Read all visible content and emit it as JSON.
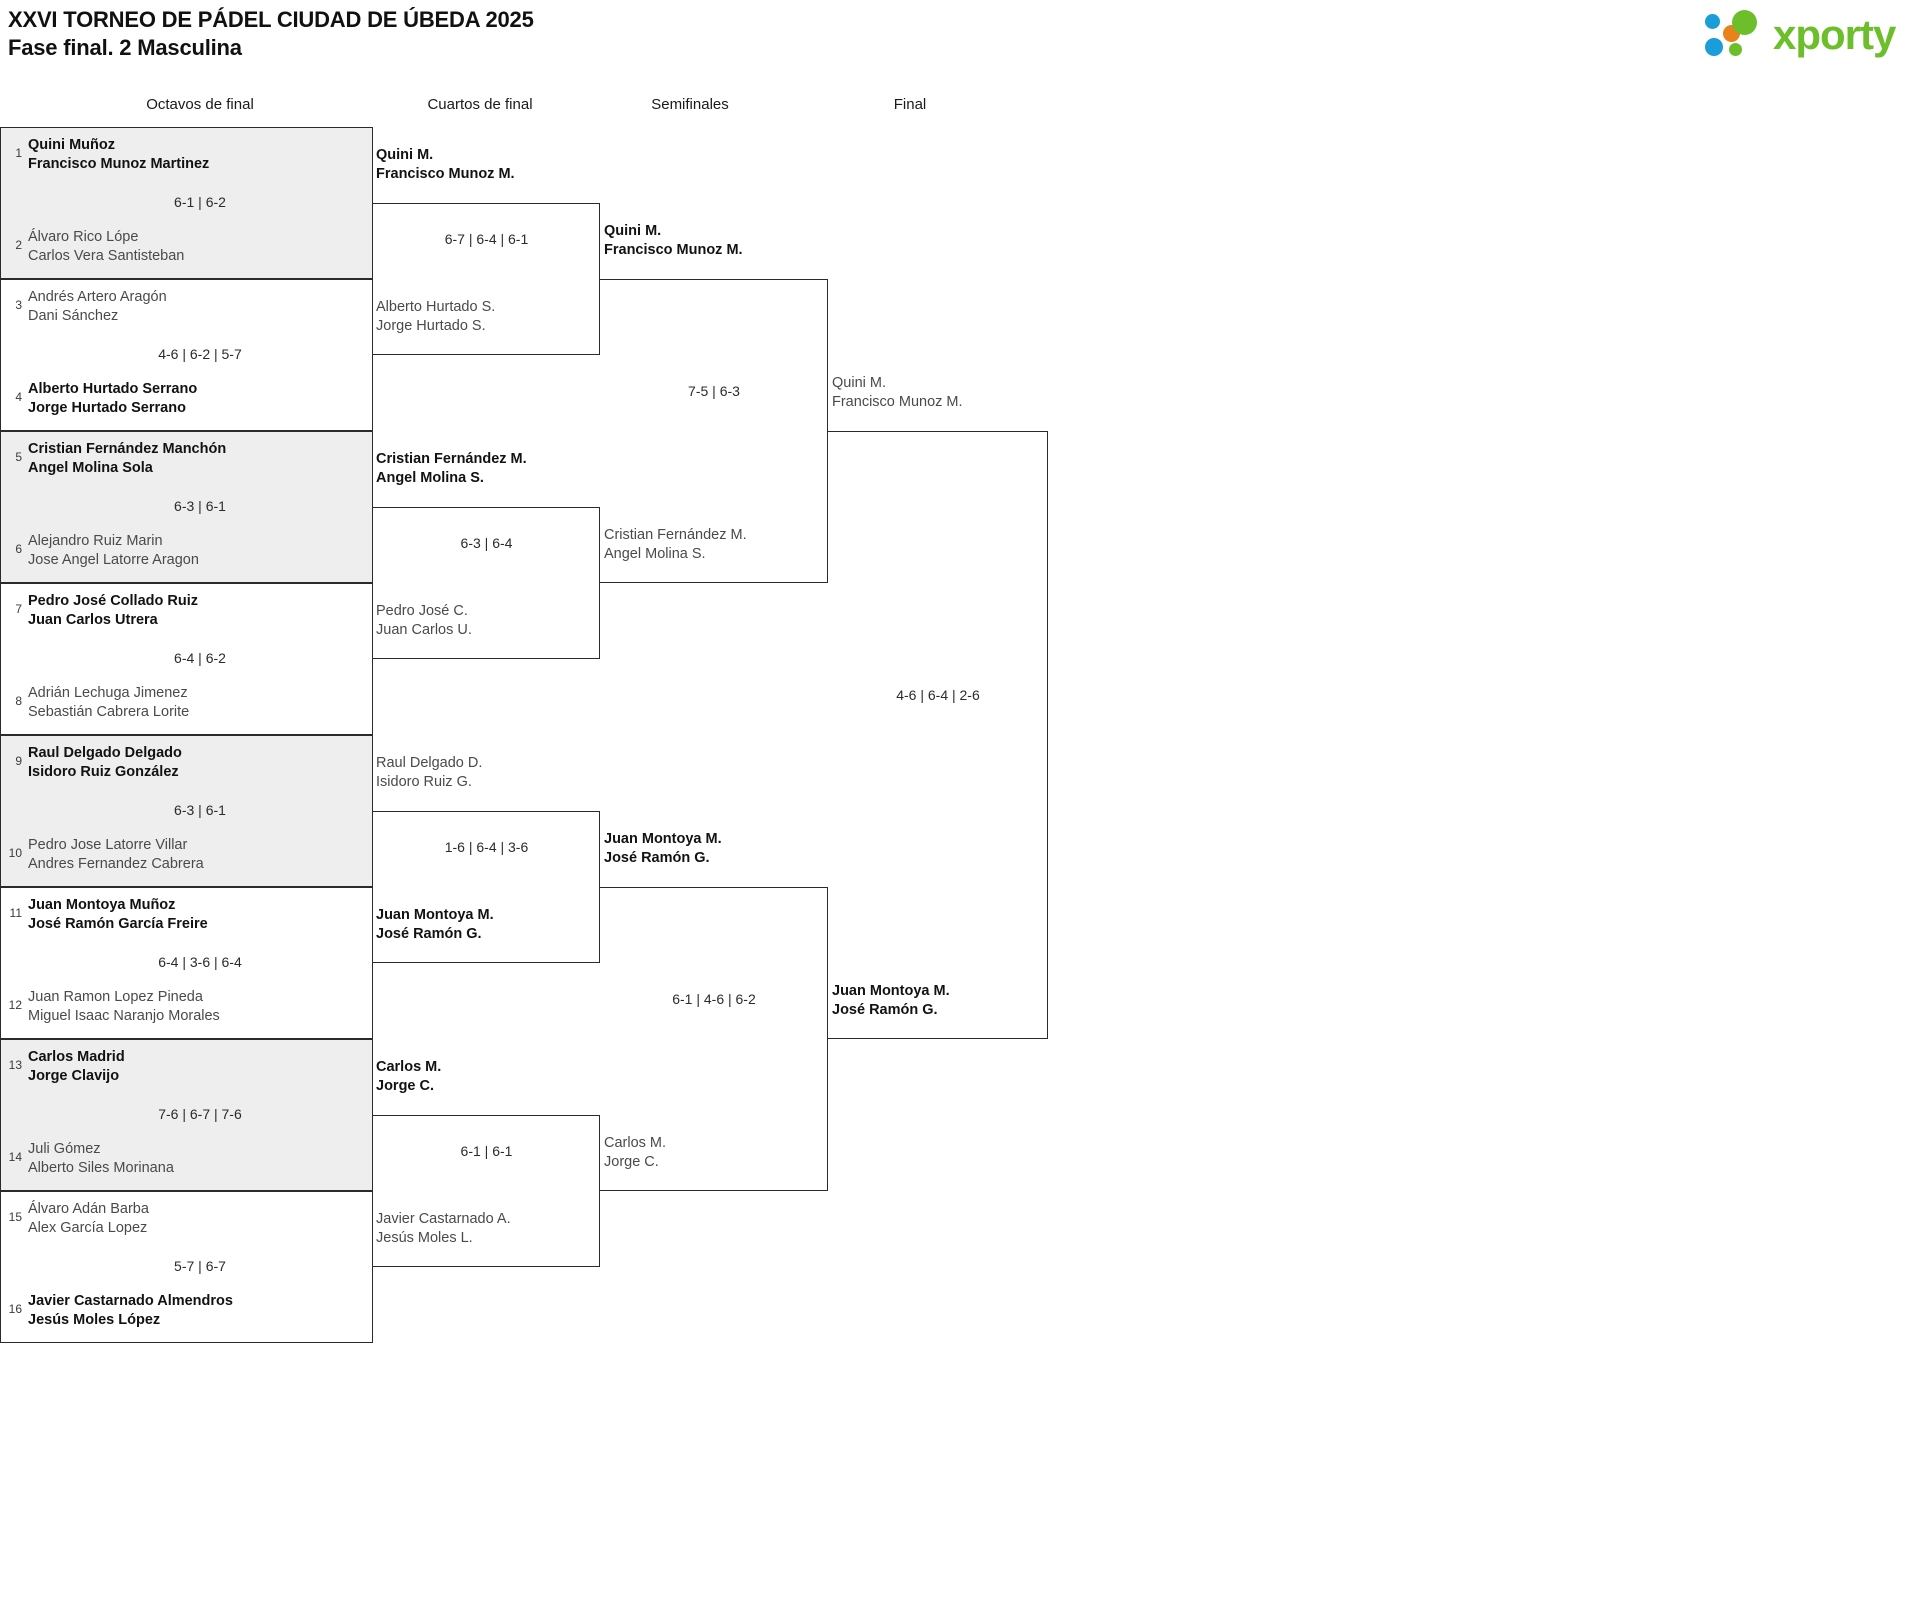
{
  "header": {
    "title_line1": "XXVI TORNEO DE PÁDEL CIUDAD DE ÚBEDA 2025",
    "title_line2": "Fase final. 2 Masculina",
    "logo_text": "xporty",
    "logo_colors": {
      "green": "#6cbe2b",
      "blue": "#1b9dd9",
      "orange": "#e8821a"
    }
  },
  "rounds": [
    {
      "label": "Octavos de final"
    },
    {
      "label": "Cuartos de final"
    },
    {
      "label": "Semifinales"
    },
    {
      "label": "Final"
    }
  ],
  "round16": [
    {
      "score": "6-1 | 6-2",
      "top": {
        "seed": "1",
        "p1": "Quini Muñoz",
        "p2": "Francisco Munoz Martinez",
        "winner": true
      },
      "bottom": {
        "seed": "2",
        "p1": "Álvaro Rico Lópe",
        "p2": "Carlos Vera Santisteban",
        "winner": false
      }
    },
    {
      "score": "4-6 | 6-2 | 5-7",
      "top": {
        "seed": "3",
        "p1": "Andrés Artero Aragón",
        "p2": "Dani Sánchez",
        "winner": false
      },
      "bottom": {
        "seed": "4",
        "p1": "Alberto Hurtado Serrano",
        "p2": "Jorge Hurtado Serrano",
        "winner": true
      }
    },
    {
      "score": "6-3 | 6-1",
      "top": {
        "seed": "5",
        "p1": "Cristian Fernández Manchón",
        "p2": "Angel Molina Sola",
        "winner": true
      },
      "bottom": {
        "seed": "6",
        "p1": "Alejandro Ruiz Marin",
        "p2": "Jose Angel Latorre Aragon",
        "winner": false
      }
    },
    {
      "score": "6-4 | 6-2",
      "top": {
        "seed": "7",
        "p1": "Pedro José Collado Ruiz",
        "p2": "Juan Carlos Utrera",
        "winner": true
      },
      "bottom": {
        "seed": "8",
        "p1": "Adrián Lechuga Jimenez",
        "p2": "Sebastián Cabrera Lorite",
        "winner": false
      }
    },
    {
      "score": "6-3 | 6-1",
      "top": {
        "seed": "9",
        "p1": "Raul Delgado Delgado",
        "p2": "Isidoro Ruiz González",
        "winner": true
      },
      "bottom": {
        "seed": "10",
        "p1": "Pedro Jose Latorre Villar",
        "p2": "Andres Fernandez Cabrera",
        "winner": false
      }
    },
    {
      "score": "6-4 | 3-6 | 6-4",
      "top": {
        "seed": "11",
        "p1": "Juan Montoya Muñoz",
        "p2": "José Ramón García Freire",
        "winner": true
      },
      "bottom": {
        "seed": "12",
        "p1": "Juan Ramon Lopez Pineda",
        "p2": "Miguel Isaac Naranjo Morales",
        "winner": false
      }
    },
    {
      "score": "7-6 | 6-7 | 7-6",
      "top": {
        "seed": "13",
        "p1": "Carlos Madrid",
        "p2": "Jorge Clavijo",
        "winner": true
      },
      "bottom": {
        "seed": "14",
        "p1": "Juli Gómez",
        "p2": "Alberto Siles Morinana",
        "winner": false
      }
    },
    {
      "score": "5-7 | 6-7",
      "top": {
        "seed": "15",
        "p1": "Álvaro Adán Barba",
        "p2": "Alex García Lopez",
        "winner": false
      },
      "bottom": {
        "seed": "16",
        "p1": "Javier Castarnado Almendros",
        "p2": "Jesús Moles López",
        "winner": true
      }
    }
  ],
  "quarters": [
    {
      "score": "6-7 | 6-4 | 6-1",
      "top": {
        "p1": "Quini M.",
        "p2": "Francisco Munoz M.",
        "winner": true
      },
      "bottom": {
        "p1": "Alberto Hurtado S.",
        "p2": "Jorge Hurtado S.",
        "winner": false
      }
    },
    {
      "score": "6-3 | 6-4",
      "top": {
        "p1": "Cristian Fernández M.",
        "p2": "Angel Molina S.",
        "winner": true
      },
      "bottom": {
        "p1": "Pedro José C.",
        "p2": "Juan Carlos U.",
        "winner": false
      }
    },
    {
      "score": "1-6 | 6-4 | 3-6",
      "top": {
        "p1": "Raul Delgado D.",
        "p2": "Isidoro Ruiz G.",
        "winner": false
      },
      "bottom": {
        "p1": "Juan Montoya M.",
        "p2": "José Ramón G.",
        "winner": true
      }
    },
    {
      "score": "6-1 | 6-1",
      "top": {
        "p1": "Carlos M.",
        "p2": "Jorge C.",
        "winner": true
      },
      "bottom": {
        "p1": "Javier Castarnado A.",
        "p2": "Jesús Moles L.",
        "winner": false
      }
    }
  ],
  "semis": [
    {
      "score": "7-5 | 6-3",
      "top": {
        "p1": "Quini M.",
        "p2": "Francisco Munoz M.",
        "winner": true
      },
      "bottom": {
        "p1": "Cristian Fernández M.",
        "p2": "Angel Molina S.",
        "winner": false
      }
    },
    {
      "score": "6-1 | 4-6 | 6-2",
      "top": {
        "p1": "Juan Montoya M.",
        "p2": "José Ramón G.",
        "winner": true
      },
      "bottom": {
        "p1": "Carlos M.",
        "p2": "Jorge C.",
        "winner": false
      }
    }
  ],
  "final": {
    "score": "4-6 | 6-4 | 2-6",
    "top": {
      "p1": "Quini M.",
      "p2": "Francisco Munoz M.",
      "winner": false
    },
    "bottom": {
      "p1": "Juan Montoya M.",
      "p2": "José Ramón G.",
      "winner": true
    }
  }
}
